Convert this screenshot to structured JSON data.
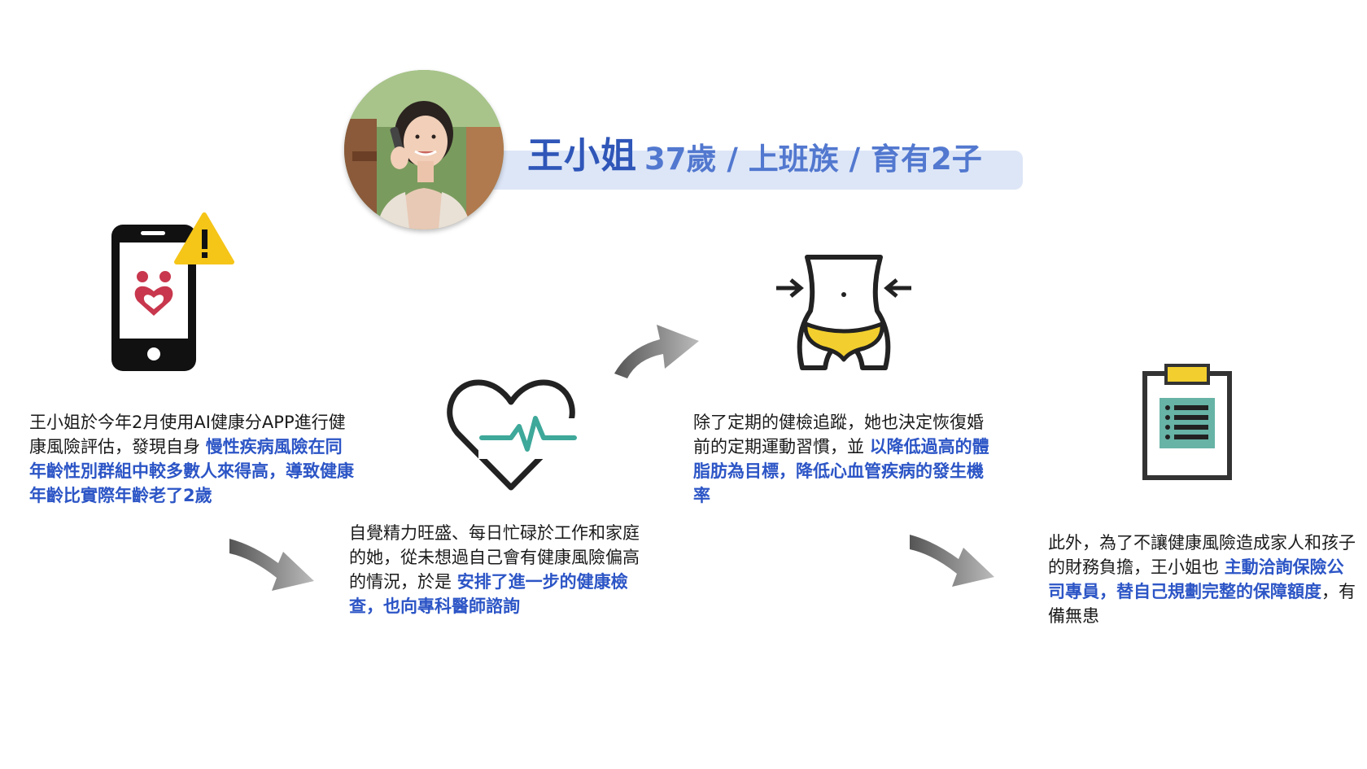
{
  "profile": {
    "name": "王小姐",
    "details": "37歲 / 上班族 / 育有2子"
  },
  "steps": [
    {
      "plain1": "王小姐於今年2月使用AI健康分APP進行健康風險評估，發現自身 ",
      "highlight": "慢性疾病風險在同年齡性別群組中較多數人來得高，導致健康年齡比實際年齡老了2歲",
      "plain2": "",
      "icon": "smartphone-warning-icon"
    },
    {
      "plain1": "自覺精力旺盛、每日忙碌於工作和家庭的她，從未想過自己會有健康風險偏高的情況，於是 ",
      "highlight": "安排了進一步的健康檢查，也向專科醫師諮詢",
      "plain2": "",
      "icon": "heartbeat-icon"
    },
    {
      "plain1": "除了定期的健檢追蹤，她也決定恢復婚前的定期運動習慣，並 ",
      "highlight": "以降低過高的體脂肪為目標，降低心血管疾病的發生機率",
      "plain2": "",
      "icon": "waist-slimming-icon"
    },
    {
      "plain1": "此外，為了不讓健康風險造成家人和孩子的財務負擔，王小姐也 ",
      "highlight": "主動洽詢保險公司專員，替自己規劃完整的保障額度",
      "plain2": "，有備無患",
      "icon": "clipboard-list-icon"
    }
  ],
  "colors": {
    "highlight": "#2c55c6",
    "name": "#2f56b8",
    "banner": "#dde6f7",
    "warning": "#f5c518",
    "app_logo": "#c8374d",
    "ecg_line": "#3ea89a",
    "briefs": "#f2cf2e",
    "clipboard_panel": "#67b3a6"
  }
}
